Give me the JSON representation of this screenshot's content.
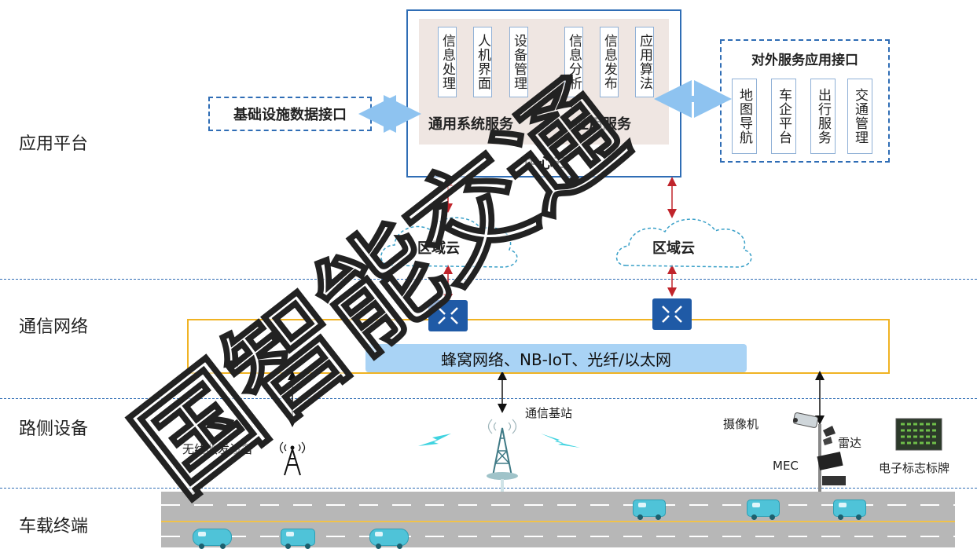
{
  "layers": {
    "app": "应用平台",
    "comm": "通信网络",
    "road": "路侧设备",
    "vehicle": "车载终端"
  },
  "center_cloud": {
    "title": "中心云",
    "general_service": "通用系统服务",
    "app_service": "应用服务",
    "modules": [
      "信息处理",
      "人机界面",
      "设备管理",
      "信息分析",
      "信息发布",
      "应用算法"
    ]
  },
  "infra_interface": "基础设施数据接口",
  "external_interface": {
    "title": "对外服务应用接口",
    "items": [
      "地图导航",
      "车企平台",
      "出行服务",
      "交通管理"
    ]
  },
  "regional_cloud": [
    "区域云",
    "区域云"
  ],
  "network_bar": "蜂窝网络、NB-IoT、光纤/以太网",
  "roadside": {
    "transceiver": "无线收发设备",
    "base_station": "通信基站",
    "camera": "摄像机",
    "radar": "雷达",
    "mec": "MEC",
    "sign": "电子标志标牌"
  },
  "watermark": "国智能交通",
  "colors": {
    "box_border": "#2f6db5",
    "service_bg": "#efe6e2",
    "network_border": "#f0b323",
    "network_bar": "#a9d3f5",
    "switch": "#1f5aa6",
    "arrow_red": "#c0242b"
  }
}
